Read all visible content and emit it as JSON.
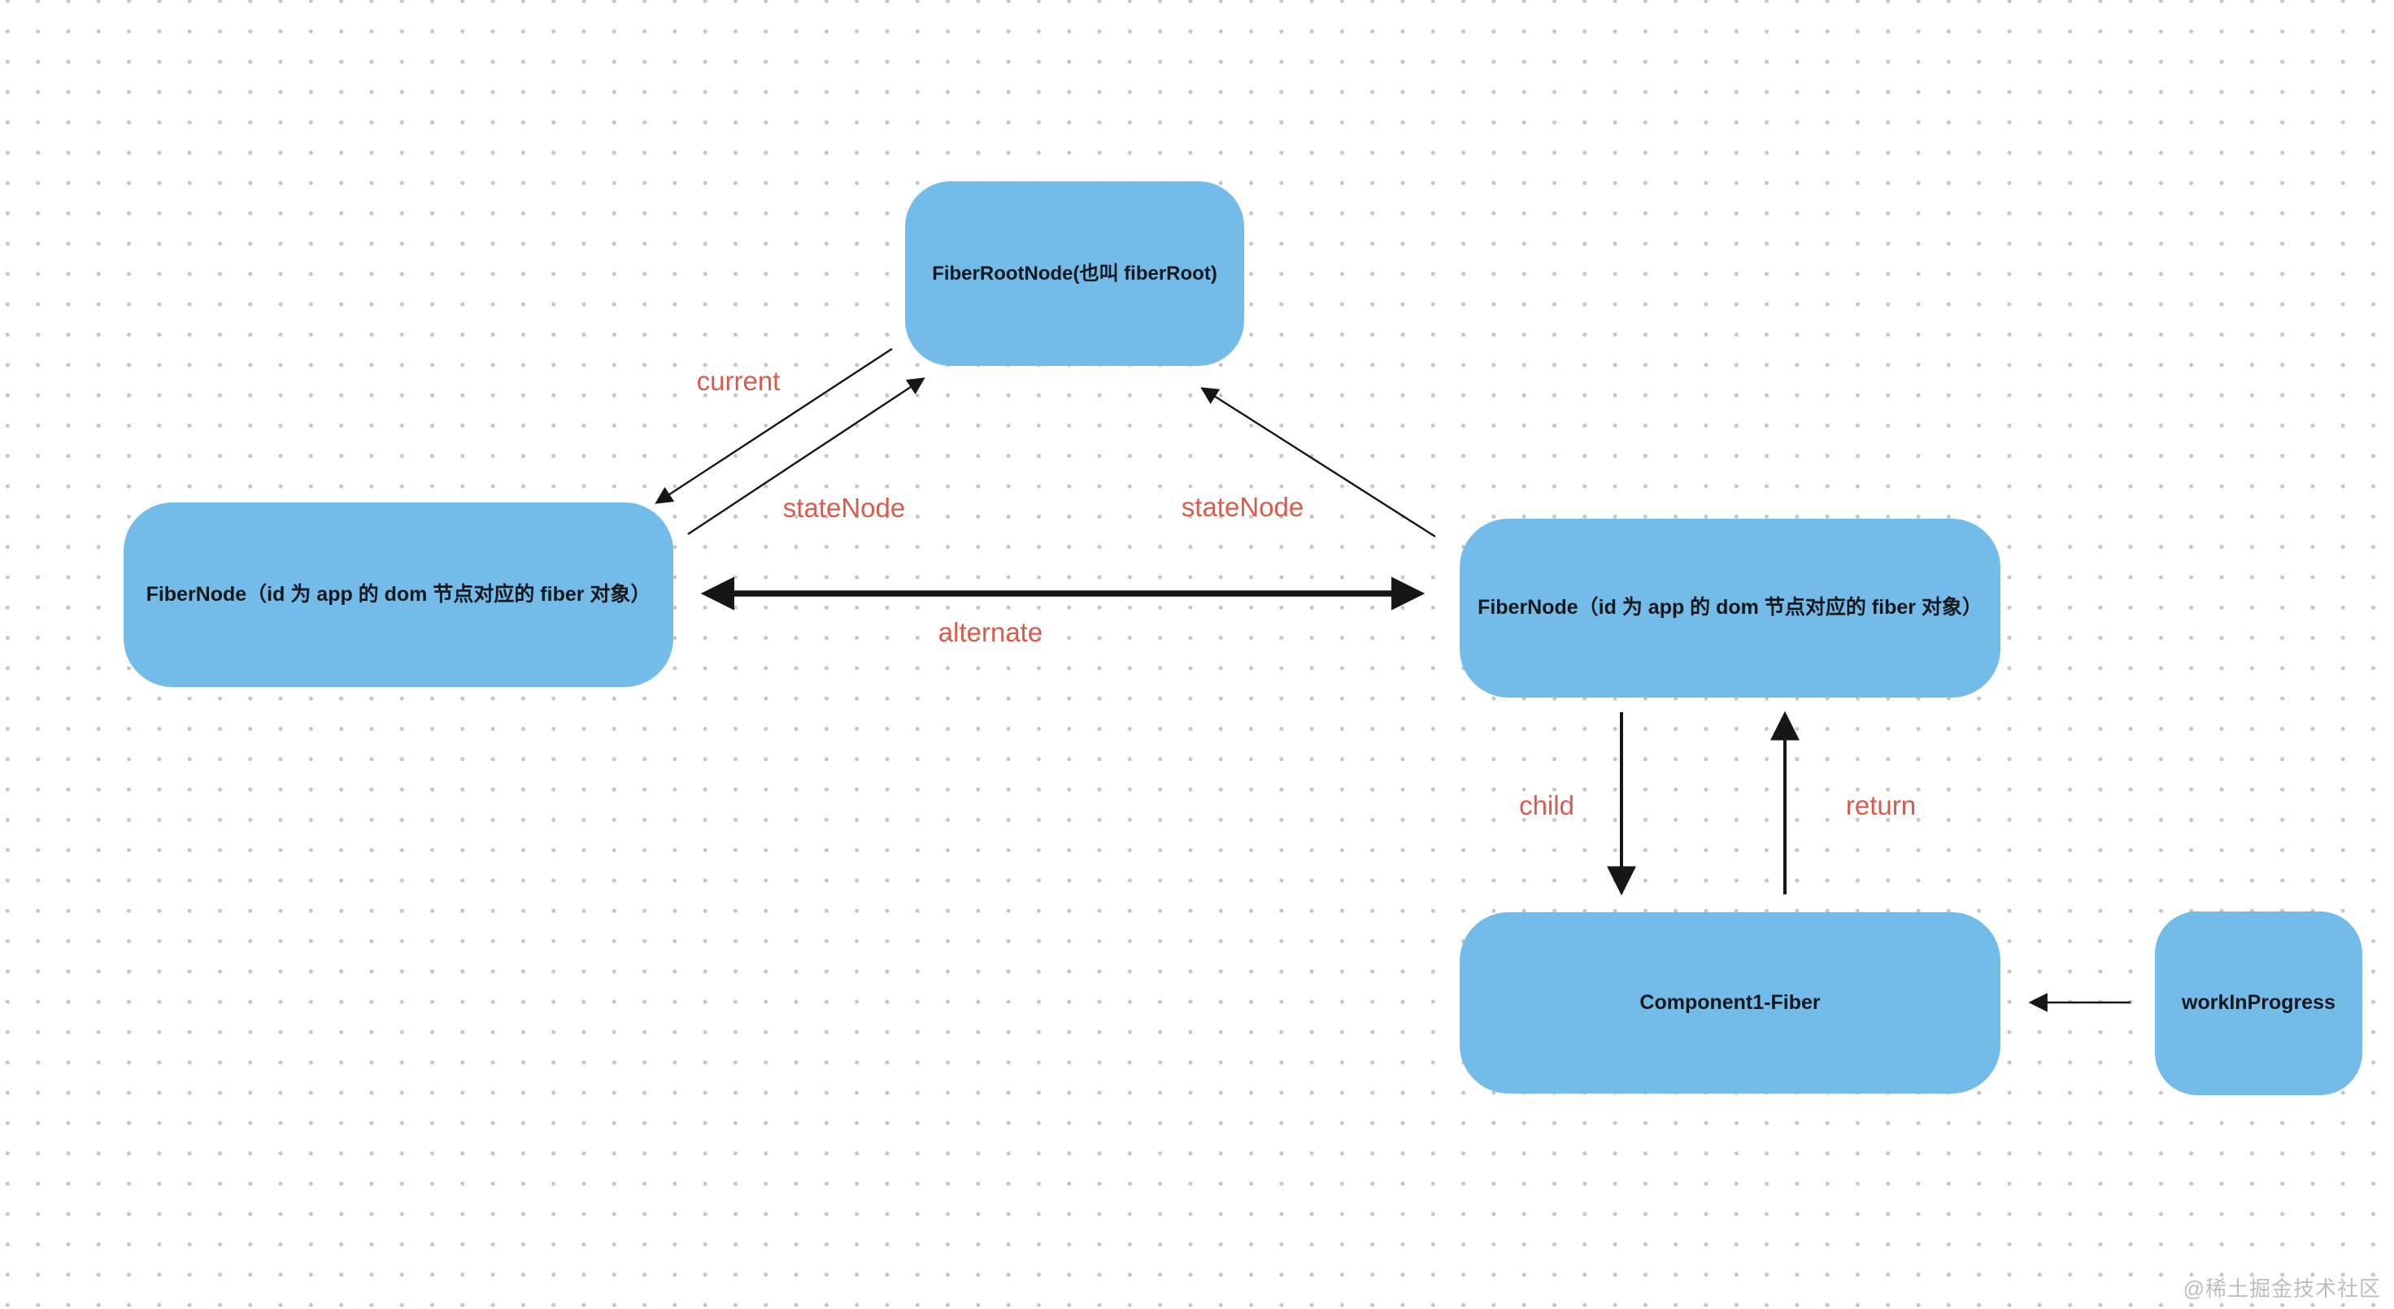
{
  "palette": {
    "node_fill": "#73bce9",
    "node_text": "#15181c",
    "edge_label_color": "#d95c4b",
    "arrow_color": "#161616",
    "grid_dot_color": "#c6c6c6",
    "background": "#ffffff",
    "watermark_color": "#a7a7a7"
  },
  "nodes": [
    {
      "id": "fiber-root-node",
      "label": "FiberRootNode(也叫 fiberRoot)"
    },
    {
      "id": "fiber-node-left",
      "label": "FiberNode（id 为 app 的 dom 节点对应的 fiber 对象）"
    },
    {
      "id": "fiber-node-right",
      "label": "FiberNode（id 为 app 的 dom 节点对应的 fiber 对象）"
    },
    {
      "id": "component1-fiber",
      "label": "Component1-Fiber"
    },
    {
      "id": "work-in-progress",
      "label": "workInProgress"
    }
  ],
  "edge_labels": [
    {
      "id": "current",
      "label": "current"
    },
    {
      "id": "state-node-left",
      "label": "stateNode"
    },
    {
      "id": "state-node-right",
      "label": "stateNode"
    },
    {
      "id": "alternate",
      "label": "alternate"
    },
    {
      "id": "child",
      "label": "child"
    },
    {
      "id": "return",
      "label": "return"
    }
  ],
  "watermark": "@稀土掘金技术社区"
}
